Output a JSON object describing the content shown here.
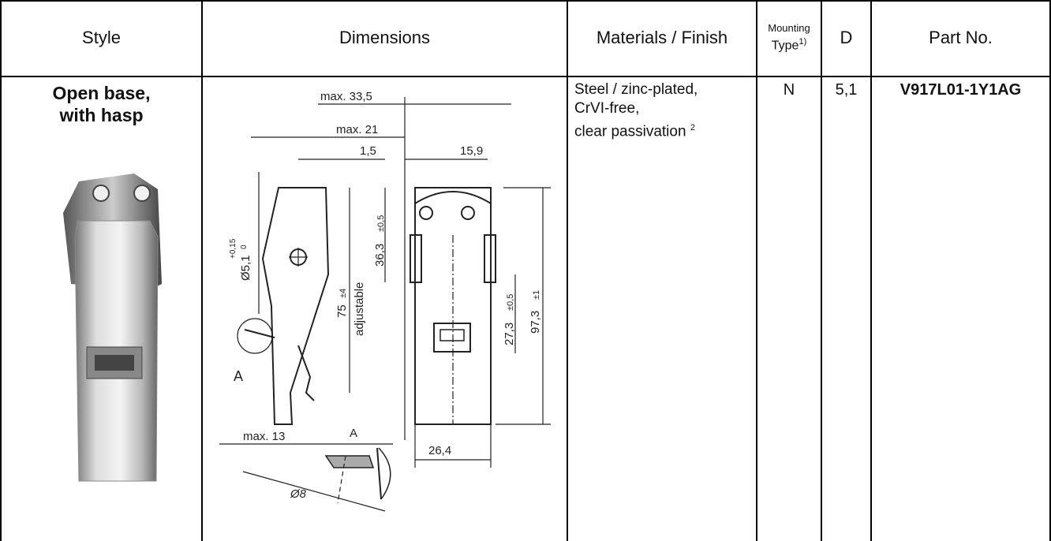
{
  "headers": {
    "style": "Style",
    "dimensions": "Dimensions",
    "materials": "Materials / Finish",
    "mounting_line1": "Mounting",
    "mounting_line2": "Type",
    "mounting_sup": "1)",
    "d": "D",
    "part_no": "Part No."
  },
  "row": {
    "style_line1": "Open base,",
    "style_line2": "with hasp",
    "materials_line1": "Steel / zinc-plated,",
    "materials_line2": "CrVI-free,",
    "materials_line3": "clear passivation",
    "materials_sup": "2",
    "mounting_type": "N",
    "d": "5,1",
    "part_no": "V917L01-1Y1AG"
  },
  "drawing": {
    "dims": {
      "max_33_5": "max. 33,5",
      "max_21": "max. 21",
      "d1_5": "1,5",
      "d15_9": "15,9",
      "d36_3": "36,3",
      "tol_36_3": "±0,5",
      "phi_5_1": "Ø5,1",
      "tol_5_1_top": "+0,15",
      "tol_5_1_bot": "0",
      "d75": "75",
      "tol_75": "±4",
      "adjustable": "adjustable",
      "d27_3": "27,3",
      "tol_27_3": "±0,5",
      "d97_3": "97,3",
      "tol_97_3": "±1",
      "max_13": "max. 13",
      "detail_a": "A",
      "detail_a2": "A",
      "phi_8": "Ø8",
      "d26_4": "26,4"
    }
  }
}
